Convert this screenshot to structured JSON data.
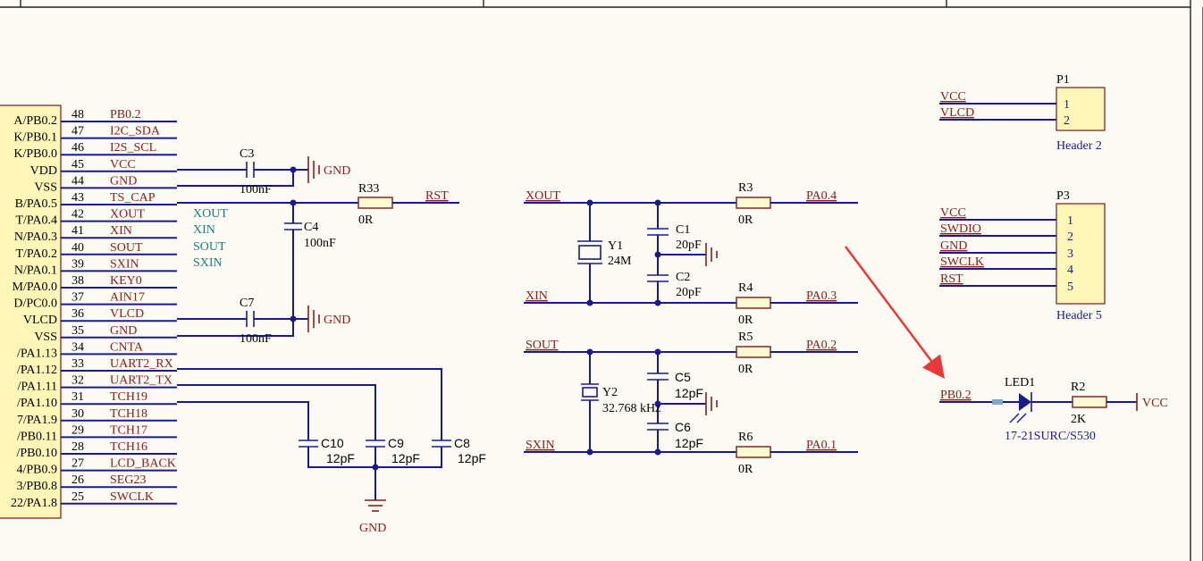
{
  "mcu": {
    "left_pins": [
      {
        "num": "48",
        "net": "PB0.2",
        "label": "A/PB0.2"
      },
      {
        "num": "47",
        "net": "I2C_SDA",
        "label": "K/PB0.1"
      },
      {
        "num": "46",
        "net": "I2S_SCL",
        "label": "K/PB0.0"
      },
      {
        "num": "45",
        "net": "VCC",
        "label": "VDD"
      },
      {
        "num": "44",
        "net": "GND",
        "label": "VSS"
      },
      {
        "num": "43",
        "net": "TS_CAP",
        "label": "B/PA0.5"
      },
      {
        "num": "42",
        "net": "XOUT",
        "label": "T/PA0.4"
      },
      {
        "num": "41",
        "net": "XIN",
        "label": "N/PA0.3"
      },
      {
        "num": "40",
        "net": "SOUT",
        "label": "T/PA0.2"
      },
      {
        "num": "39",
        "net": "SXIN",
        "label": "N/PA0.1"
      },
      {
        "num": "38",
        "net": "KEY0",
        "label": "M/PA0.0"
      },
      {
        "num": "37",
        "net": "AIN17",
        "label": "D/PC0.0"
      },
      {
        "num": "36",
        "net": "VLCD",
        "label": "VLCD"
      },
      {
        "num": "35",
        "net": "GND",
        "label": "VSS"
      },
      {
        "num": "34",
        "net": "CNTA",
        "label": "/PA1.13"
      },
      {
        "num": "33",
        "net": "UART2_RX",
        "label": "/PA1.12"
      },
      {
        "num": "32",
        "net": "UART2_TX",
        "label": "/PA1.11"
      },
      {
        "num": "31",
        "net": "TCH19",
        "label": "/PA1.10"
      },
      {
        "num": "30",
        "net": "TCH18",
        "label": "7/PA1.9"
      },
      {
        "num": "29",
        "net": "TCH17",
        "label": "/PB0.11"
      },
      {
        "num": "28",
        "net": "TCH16",
        "label": "/PB0.10"
      },
      {
        "num": "27",
        "net": "LCD_BACK",
        "label": "4/PB0.9"
      },
      {
        "num": "26",
        "net": "SEG23",
        "label": "3/PB0.8"
      },
      {
        "num": "25",
        "net": "SWCLK",
        "label": "22/PA1.8"
      }
    ],
    "teal_labels": [
      "XOUT",
      "XIN",
      "SOUT",
      "SXIN"
    ]
  },
  "components": {
    "C3": {
      "ref": "C3",
      "value": "100nF"
    },
    "C4": {
      "ref": "C4",
      "value": "100nF"
    },
    "C7": {
      "ref": "C7",
      "value": "100nF"
    },
    "R33": {
      "ref": "R33",
      "value": "0R"
    },
    "C10": {
      "ref": "C10",
      "value": "12pF"
    },
    "C9": {
      "ref": "C9",
      "value": "12pF"
    },
    "C8": {
      "ref": "C8",
      "value": "12pF"
    },
    "Y1": {
      "ref": "Y1",
      "value": "24M"
    },
    "C1": {
      "ref": "C1",
      "value": "20pF"
    },
    "C2": {
      "ref": "C2",
      "value": "20pF"
    },
    "R3": {
      "ref": "R3",
      "value": "0R"
    },
    "R4": {
      "ref": "R4",
      "value": "0R"
    },
    "Y2": {
      "ref": "Y2",
      "value": "32.768 kHz"
    },
    "C5": {
      "ref": "C5",
      "value": "12pF"
    },
    "C6": {
      "ref": "C6",
      "value": "12pF"
    },
    "R5": {
      "ref": "R5",
      "value": "0R"
    },
    "R6": {
      "ref": "R6",
      "value": "0R"
    },
    "LED1": {
      "ref": "LED1",
      "value": "17-21SURC/S530"
    },
    "R2": {
      "ref": "R2",
      "value": "2K"
    }
  },
  "nets": {
    "gnd": "GND",
    "rst": "RST",
    "vcc": "VCC",
    "xout": "XOUT",
    "xin": "XIN",
    "sout": "SOUT",
    "sxin": "SXIN",
    "pa04": "PA0.4",
    "pa03": "PA0.3",
    "pa02": "PA0.2",
    "pa01": "PA0.1",
    "pb02": "PB0.2"
  },
  "headers": {
    "P1": {
      "ref": "P1",
      "name": "Header 2",
      "pins": [
        "1",
        "2"
      ],
      "nets": [
        "VCC",
        "VLCD"
      ]
    },
    "P3": {
      "ref": "P3",
      "name": "Header 5",
      "pins": [
        "1",
        "2",
        "3",
        "4",
        "5"
      ],
      "nets": [
        "VCC",
        "SWDIO",
        "GND",
        "SWCLK",
        "RST"
      ]
    }
  },
  "annotation": {
    "arrow_color": "#e8383a"
  },
  "colors": {
    "wire": "#1a1a8c",
    "net_label": "#8b1a1a",
    "teal_label": "#1d7a80",
    "component_fill": "#fff6b8",
    "background": "#fdfcf4"
  }
}
